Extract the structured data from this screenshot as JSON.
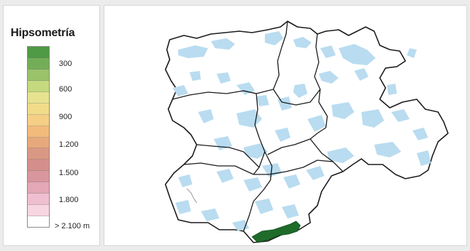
{
  "legend": {
    "title": "Hipsometría",
    "labels": [
      "300",
      "600",
      "900",
      "1.200",
      "1.500",
      "1.800",
      "> 2.100 m"
    ],
    "swatch_colors": [
      "#4f9a45",
      "#74ad58",
      "#9ac36a",
      "#c5d97e",
      "#e6e390",
      "#f0dc8a",
      "#f5cf86",
      "#f2bb7c",
      "#e7a97c",
      "#d99884",
      "#d48f8c",
      "#d8969d",
      "#e3a7b6",
      "#efbfd0",
      "#f7d6e2",
      "#ffffff"
    ]
  },
  "map": {
    "fill_color": "#ffffff",
    "water_color": "#b9dcf0",
    "border_color": "#1a1a1a",
    "lowland_color": "#1f6b2a"
  }
}
